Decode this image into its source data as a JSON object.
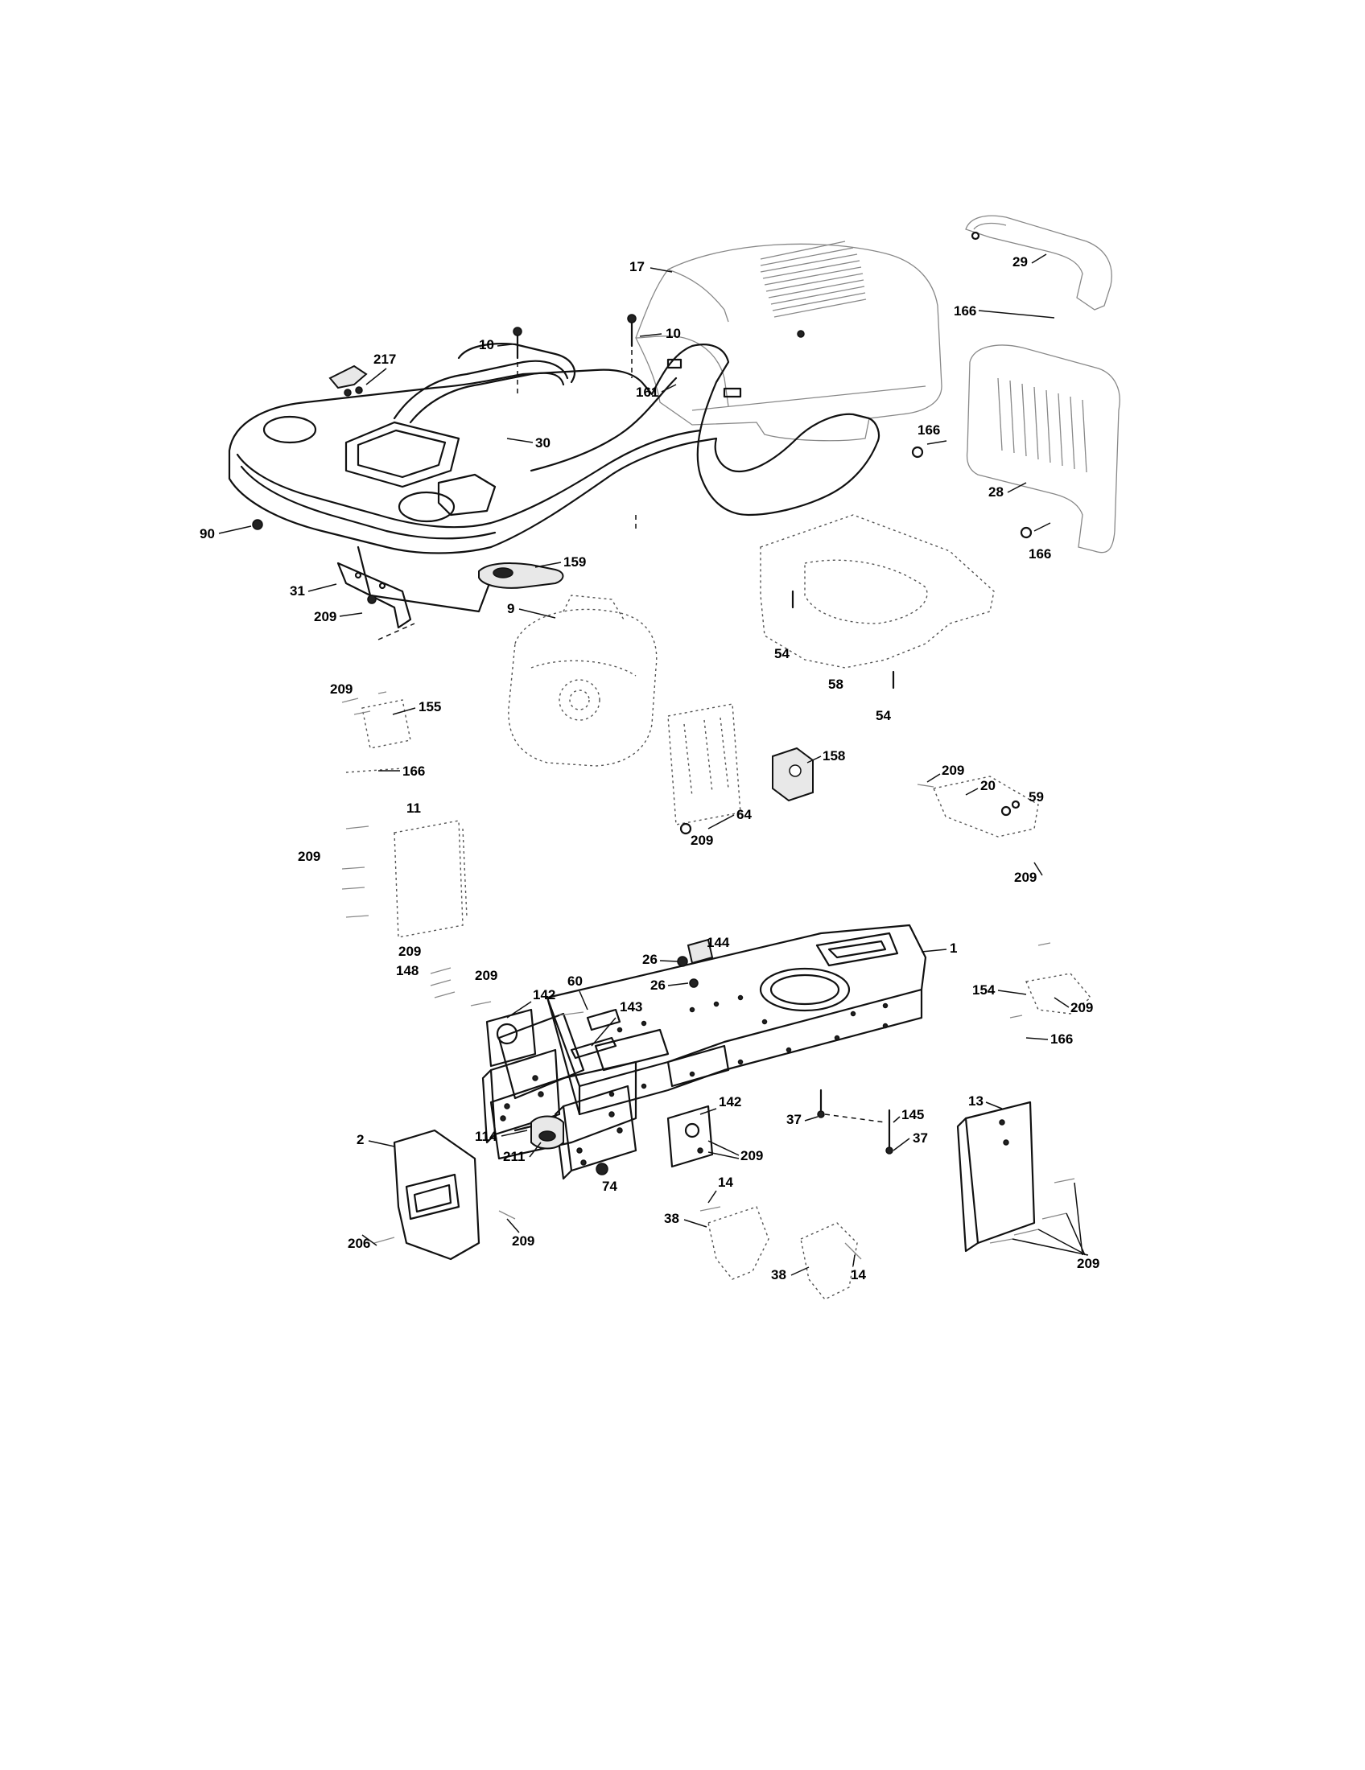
{
  "callouts": [
    {
      "id": "c-17",
      "label": "17"
    },
    {
      "id": "c-29",
      "label": "29"
    },
    {
      "id": "c-166a",
      "label": "166"
    },
    {
      "id": "c-10a",
      "label": "10"
    },
    {
      "id": "c-217",
      "label": "217"
    },
    {
      "id": "c-161",
      "label": "161"
    },
    {
      "id": "c-10b",
      "label": "10"
    },
    {
      "id": "c-30",
      "label": "30"
    },
    {
      "id": "c-166b",
      "label": "166"
    },
    {
      "id": "c-28",
      "label": "28"
    },
    {
      "id": "c-166c",
      "label": "166"
    },
    {
      "id": "c-90",
      "label": "90"
    },
    {
      "id": "c-159",
      "label": "159"
    },
    {
      "id": "c-31",
      "label": "31"
    },
    {
      "id": "c-9",
      "label": "9"
    },
    {
      "id": "c-209a",
      "label": "209"
    },
    {
      "id": "c-54a",
      "label": "54"
    },
    {
      "id": "c-58",
      "label": "58"
    },
    {
      "id": "c-54b",
      "label": "54"
    },
    {
      "id": "c-209b",
      "label": "209"
    },
    {
      "id": "c-155",
      "label": "155"
    },
    {
      "id": "c-166d",
      "label": "166"
    },
    {
      "id": "c-158",
      "label": "158"
    },
    {
      "id": "c-209c",
      "label": "209"
    },
    {
      "id": "c-20",
      "label": "20"
    },
    {
      "id": "c-59",
      "label": "59"
    },
    {
      "id": "c-11",
      "label": "11"
    },
    {
      "id": "c-64",
      "label": "64"
    },
    {
      "id": "c-209d",
      "label": "209"
    },
    {
      "id": "c-209e",
      "label": "209"
    },
    {
      "id": "c-209f",
      "label": "209"
    },
    {
      "id": "c-144",
      "label": "144"
    },
    {
      "id": "c-1",
      "label": "1"
    },
    {
      "id": "c-26a",
      "label": "26"
    },
    {
      "id": "c-209g",
      "label": "209"
    },
    {
      "id": "c-26b",
      "label": "26"
    },
    {
      "id": "c-148",
      "label": "148"
    },
    {
      "id": "c-209h",
      "label": "209"
    },
    {
      "id": "c-60",
      "label": "60"
    },
    {
      "id": "c-154",
      "label": "154"
    },
    {
      "id": "c-209i",
      "label": "209"
    },
    {
      "id": "c-142a",
      "label": "142"
    },
    {
      "id": "c-143",
      "label": "143"
    },
    {
      "id": "c-166e",
      "label": "166"
    },
    {
      "id": "c-13",
      "label": "13"
    },
    {
      "id": "c-142b",
      "label": "142"
    },
    {
      "id": "c-37a",
      "label": "37"
    },
    {
      "id": "c-145",
      "label": "145"
    },
    {
      "id": "c-2",
      "label": "2"
    },
    {
      "id": "c-114",
      "label": "114"
    },
    {
      "id": "c-37b",
      "label": "37"
    },
    {
      "id": "c-211",
      "label": "211"
    },
    {
      "id": "c-209j",
      "label": "209"
    },
    {
      "id": "c-74",
      "label": "74"
    },
    {
      "id": "c-14a",
      "label": "14"
    },
    {
      "id": "c-38a",
      "label": "38"
    },
    {
      "id": "c-206",
      "label": "206"
    },
    {
      "id": "c-209k",
      "label": "209"
    },
    {
      "id": "c-209l",
      "label": "209"
    },
    {
      "id": "c-38b",
      "label": "38"
    },
    {
      "id": "c-14b",
      "label": "14"
    }
  ]
}
